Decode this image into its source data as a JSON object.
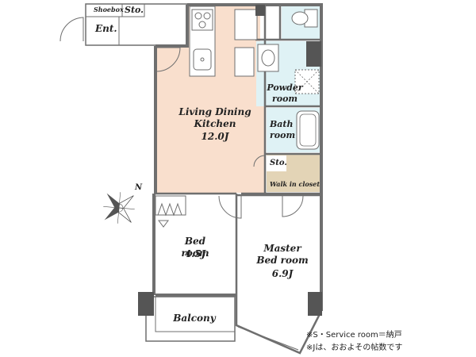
{
  "rooms": {
    "shoebox": "Shoebox",
    "storage_entry": "Sto.",
    "entrance": "Ent.",
    "ldk_name": "Living Dining\nKitchen",
    "ldk_size": "12.0J",
    "powder": "Powder\nroom",
    "bath": "Bath\nroom",
    "storage_mid": "Sto.",
    "walk_in": "Walk in closet",
    "bedroom_name": "Bed room",
    "bedroom_size": "4.5J",
    "master_name": "Master\nBed room",
    "master_size": "6.9J",
    "balcony": "Balcony"
  },
  "compass": {
    "north": "N"
  },
  "notes": {
    "service_room": "※S・Service room＝納戸",
    "jo_note": "※Jは、おおよその帖数です"
  },
  "colors": {
    "ldk_floor": "#f9dfcd",
    "wet_area": "#dff2f5",
    "closet": "#e3d4b6",
    "wall": "#6f6f6f",
    "column": "#555555"
  }
}
